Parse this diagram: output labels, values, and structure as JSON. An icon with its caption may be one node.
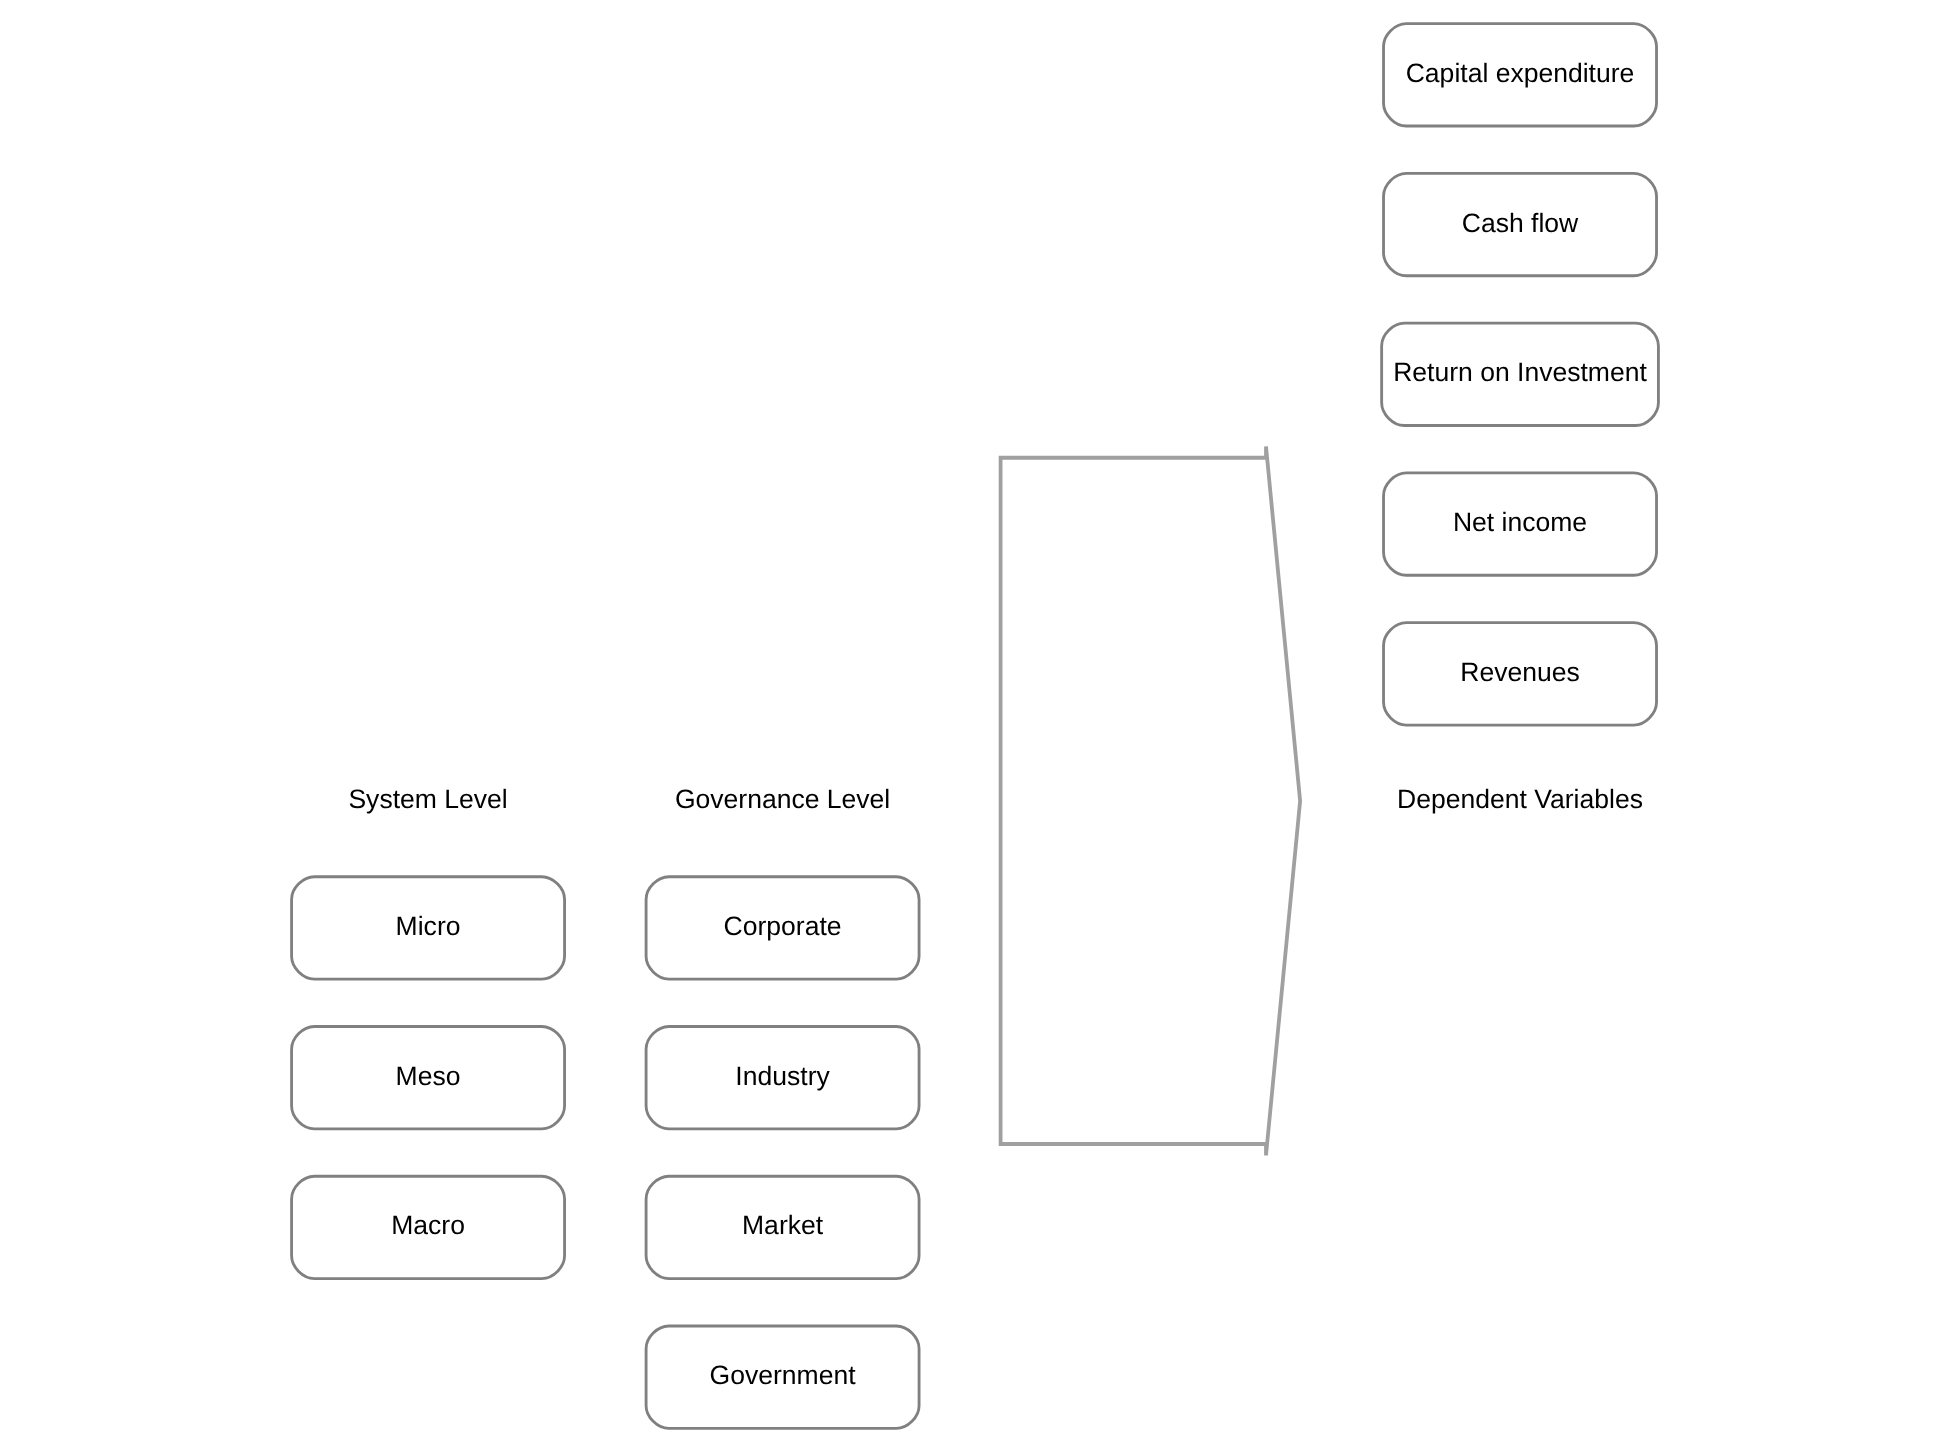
{
  "diagram": {
    "nodes": [
      {
        "text": [
          "Macro"
        ]
      },
      {
        "text": [
          "Meso"
        ]
      },
      {
        "text": [
          "Micro"
        ]
      },
      {
        "text": [
          "Government"
        ]
      },
      {
        "text": [
          "Market"
        ]
      },
      {
        "text": [
          "Industry"
        ]
      },
      {
        "text": [
          "Corporate"
        ]
      },
      {
        "text": [],
        "shape": "arrow"
      },
      {
        "text": [
          "Revenues"
        ]
      },
      {
        "text": [
          "Net income"
        ]
      },
      {
        "text": [
          "Return on Investment"
        ]
      },
      {
        "text": [
          "Cash flow"
        ]
      },
      {
        "text": [
          "Capital expenditure"
        ]
      }
    ],
    "labels": [
      "System Level",
      "Governance Level",
      "Dependent Variables"
    ]
  }
}
